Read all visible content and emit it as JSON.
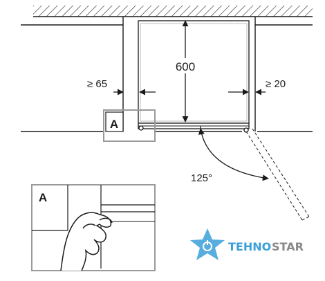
{
  "dimensions": {
    "height": "600",
    "left_clearance": "≥ 65",
    "right_clearance": "≥ 20",
    "door_angle": "125°"
  },
  "labels": {
    "detail_marker": "A",
    "detail_inset": "A"
  },
  "watermark": {
    "brand": "TEHNOSTAR",
    "brand_part1": "TEHNO",
    "brand_part2": "STAR",
    "colors": {
      "primary": "#3aa0d8",
      "secondary": "#888888"
    }
  }
}
